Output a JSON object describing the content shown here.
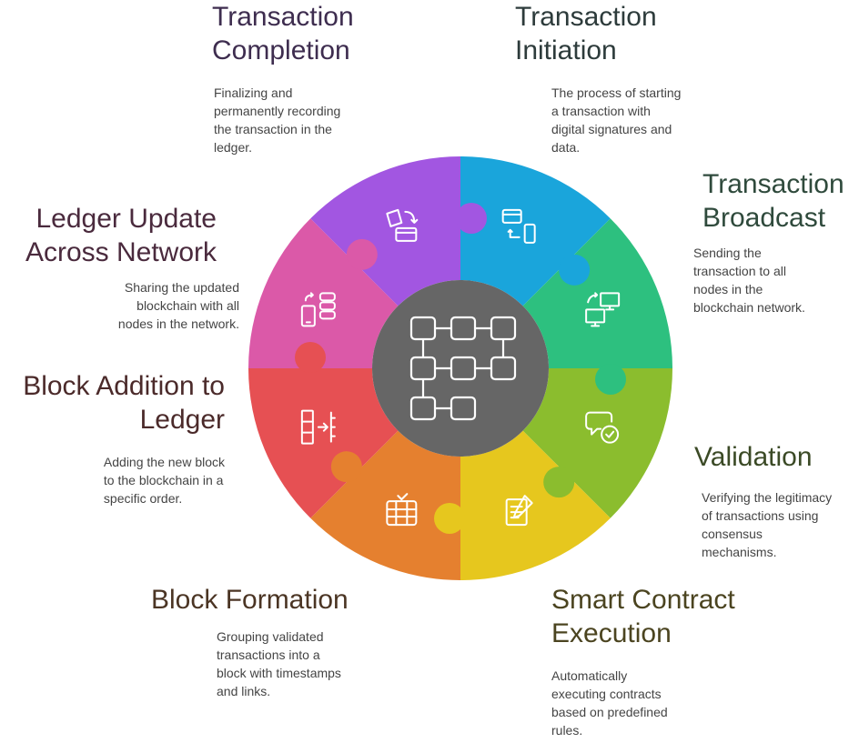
{
  "colors": {
    "center": "#666666",
    "icon_stroke": "#ffffff",
    "dark_text": "#444444"
  },
  "center": {
    "icon": "block-network-icon"
  },
  "steps": [
    {
      "id": "initiation",
      "title": "Transaction\nInitiation",
      "description": "The process of starting\na transaction with\ndigital signatures and\ndata.",
      "color": "#1aa5db",
      "title_color": "#2d3b3b",
      "icon": "card-to-phone-icon"
    },
    {
      "id": "broadcast",
      "title": "Transaction\nBroadcast",
      "description": "Sending the\ntransaction to all\nnodes in the\nblockchain network.",
      "color": "#2dc07f",
      "title_color": "#2f4a3c",
      "icon": "monitor-exchange-icon"
    },
    {
      "id": "validation",
      "title": "Validation",
      "description": "Verifying the legitimacy\nof transactions using\nconsensus\nmechanisms.",
      "color": "#8bbd2e",
      "title_color": "#3b4a26",
      "icon": "chat-check-icon"
    },
    {
      "id": "smart-contract",
      "title": "Smart Contract\nExecution",
      "description": "Automatically\nexecuting contracts\nbased on predefined\nrules.",
      "color": "#e6c71e",
      "title_color": "#4b4420",
      "icon": "contract-sign-icon"
    },
    {
      "id": "block-formation",
      "title": "Block Formation",
      "description": "Grouping validated\ntransactions into a\nblock with timestamps\nand links.",
      "color": "#e5802f",
      "title_color": "#4b3524",
      "icon": "block-stack-icon"
    },
    {
      "id": "block-addition",
      "title": "Block Addition to\nLedger",
      "description": "Adding the new block\nto the blockchain in a\nspecific order.",
      "color": "#e65053",
      "title_color": "#4b2a2a",
      "icon": "block-add-icon"
    },
    {
      "id": "ledger-update",
      "title": "Ledger Update\nAcross Network",
      "description": "Sharing the updated\nblockchain with all\nnodes in the network.",
      "color": "#db59a8",
      "title_color": "#4a2a3d",
      "icon": "phone-database-icon"
    },
    {
      "id": "completion",
      "title": "Transaction\nCompletion",
      "description": "Finalizing and\npermanently recording\nthe transaction in the\nledger.",
      "color": "#a256e1",
      "title_color": "#3e2d4f",
      "icon": "wallet-arrow-icon"
    }
  ]
}
